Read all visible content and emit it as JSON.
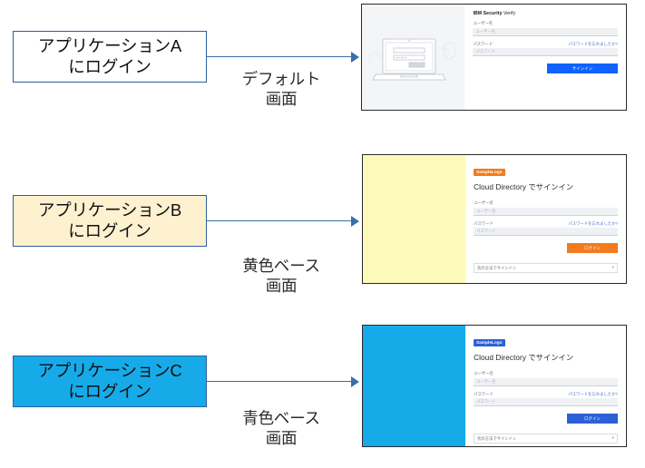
{
  "diagram": {
    "title": "Login customization flow",
    "colors": {
      "box_border": "#2e5f9e",
      "box_a_fill": "#ffffff",
      "box_b_fill": "#fdf1d0",
      "box_c_fill": "#16abe8",
      "arrow": "#3a6ea8",
      "panel_yellow": "#fcfab9",
      "panel_blue": "#16abe8",
      "btn_ibm_blue": "#0f62fe",
      "btn_orange": "#f37a1f",
      "btn_blue": "#2d5fd7",
      "logo_orange": "#f07c1d",
      "logo_blue": "#2d5fd7"
    }
  },
  "rows": [
    {
      "box": {
        "line1": "アプリケーションA",
        "line2": "にログイン"
      },
      "caption": {
        "line1": "デフォルト",
        "line2": "画面"
      },
      "screen": {
        "brand_strong": "IBM Security",
        "brand_thin": " Verify",
        "username_label": "ユーザー名",
        "username_placeholder": "ユーザー名",
        "password_label": "パスワード",
        "password_placeholder": "パスワード",
        "forgot_link": "パスワードを忘れましたか?",
        "submit_label": "サインイン"
      }
    },
    {
      "box": {
        "line1": "アプリケーションB",
        "line2": "にログイン"
      },
      "caption": {
        "line1": "黄色ベース",
        "line2": "画面"
      },
      "screen": {
        "logo_label": "SampleLogo",
        "heading": "Cloud Directory でサインイン",
        "username_label": "ユーザー名",
        "username_placeholder": "ユーザー名",
        "password_label": "パスワード",
        "password_placeholder": "パスワード",
        "forgot_link": "パスワードを忘れましたか?",
        "submit_label": "ログイン",
        "alt_signin_label": "別の方法でサインイン"
      }
    },
    {
      "box": {
        "line1": "アプリケーションC",
        "line2": "にログイン"
      },
      "caption": {
        "line1": "青色ベース",
        "line2": "画面"
      },
      "screen": {
        "logo_label": "SampleLogo",
        "heading": "Cloud Directory でサインイン",
        "username_label": "ユーザー名",
        "username_placeholder": "ユーザー名",
        "password_label": "パスワード",
        "password_placeholder": "パスワード",
        "forgot_link": "パスワードを忘れましたか?",
        "submit_label": "ログイン",
        "alt_signin_label": "別の方法でサインイン"
      }
    }
  ]
}
